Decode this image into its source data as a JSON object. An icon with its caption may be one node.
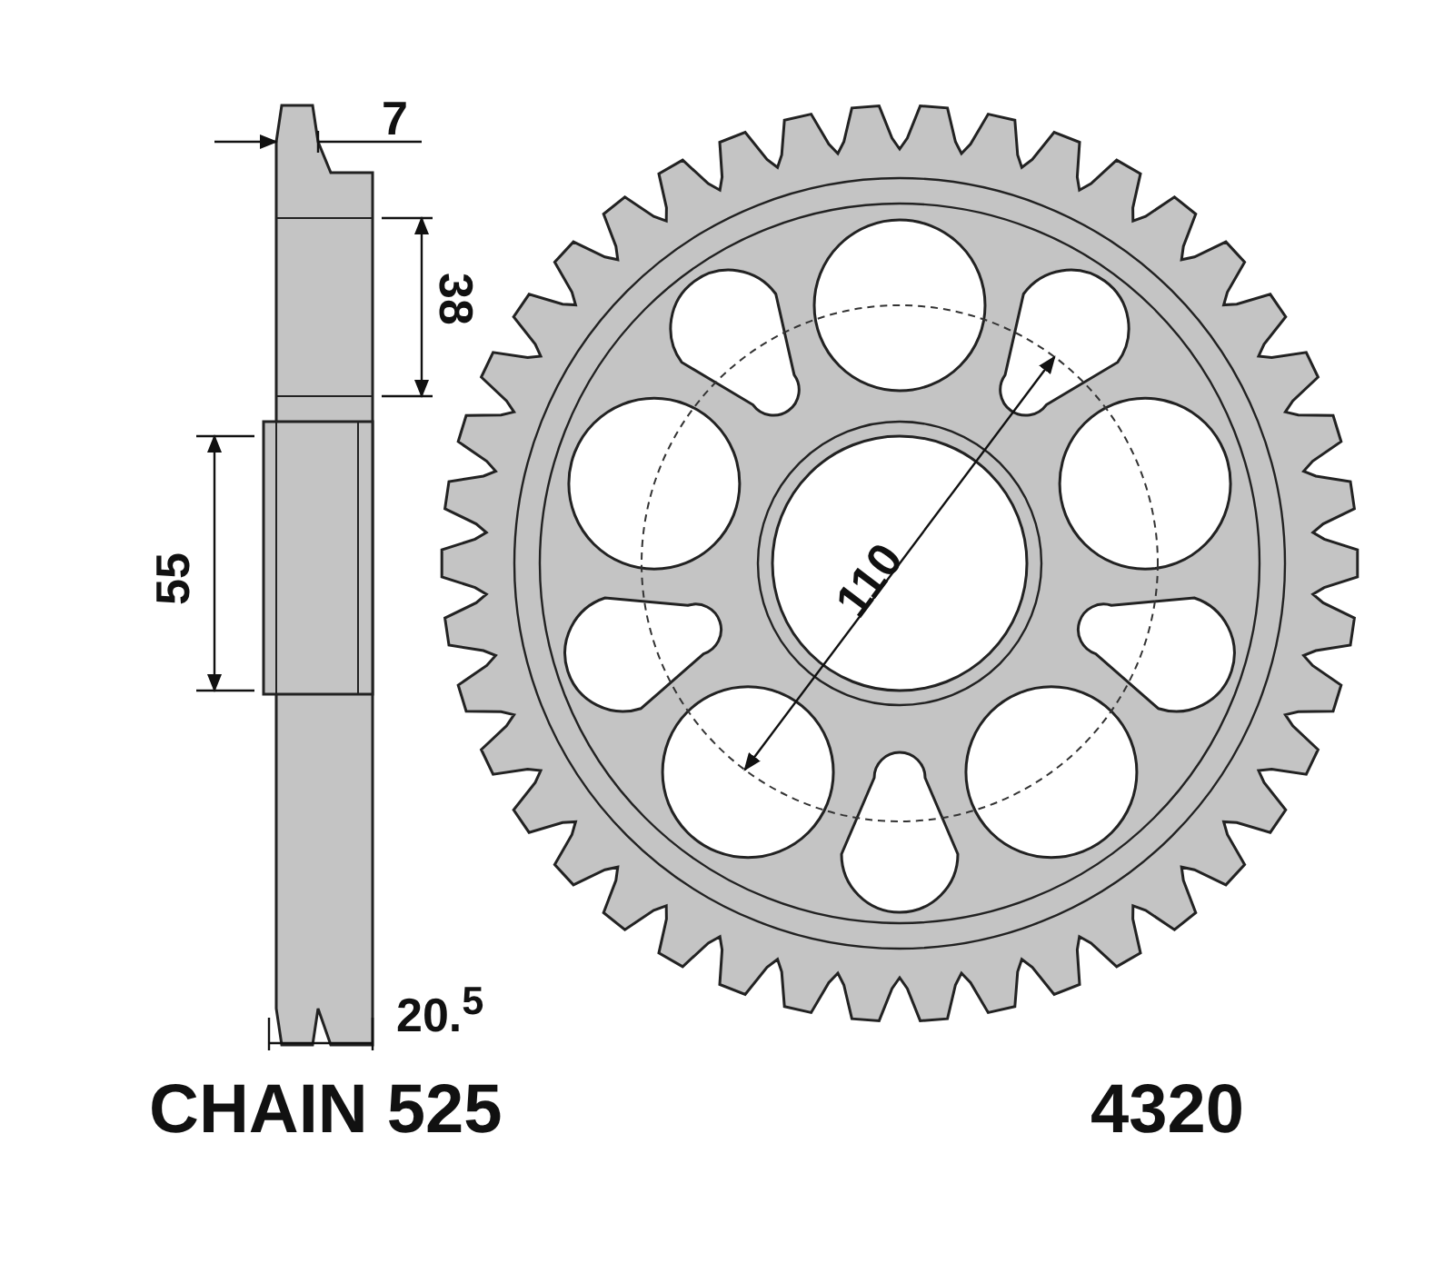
{
  "diagram": {
    "labels": [
      "7",
      "38",
      "55",
      "110",
      "20.$^{5}$",
      "CHAIN 525",
      "4320"
    ]
  }
}
